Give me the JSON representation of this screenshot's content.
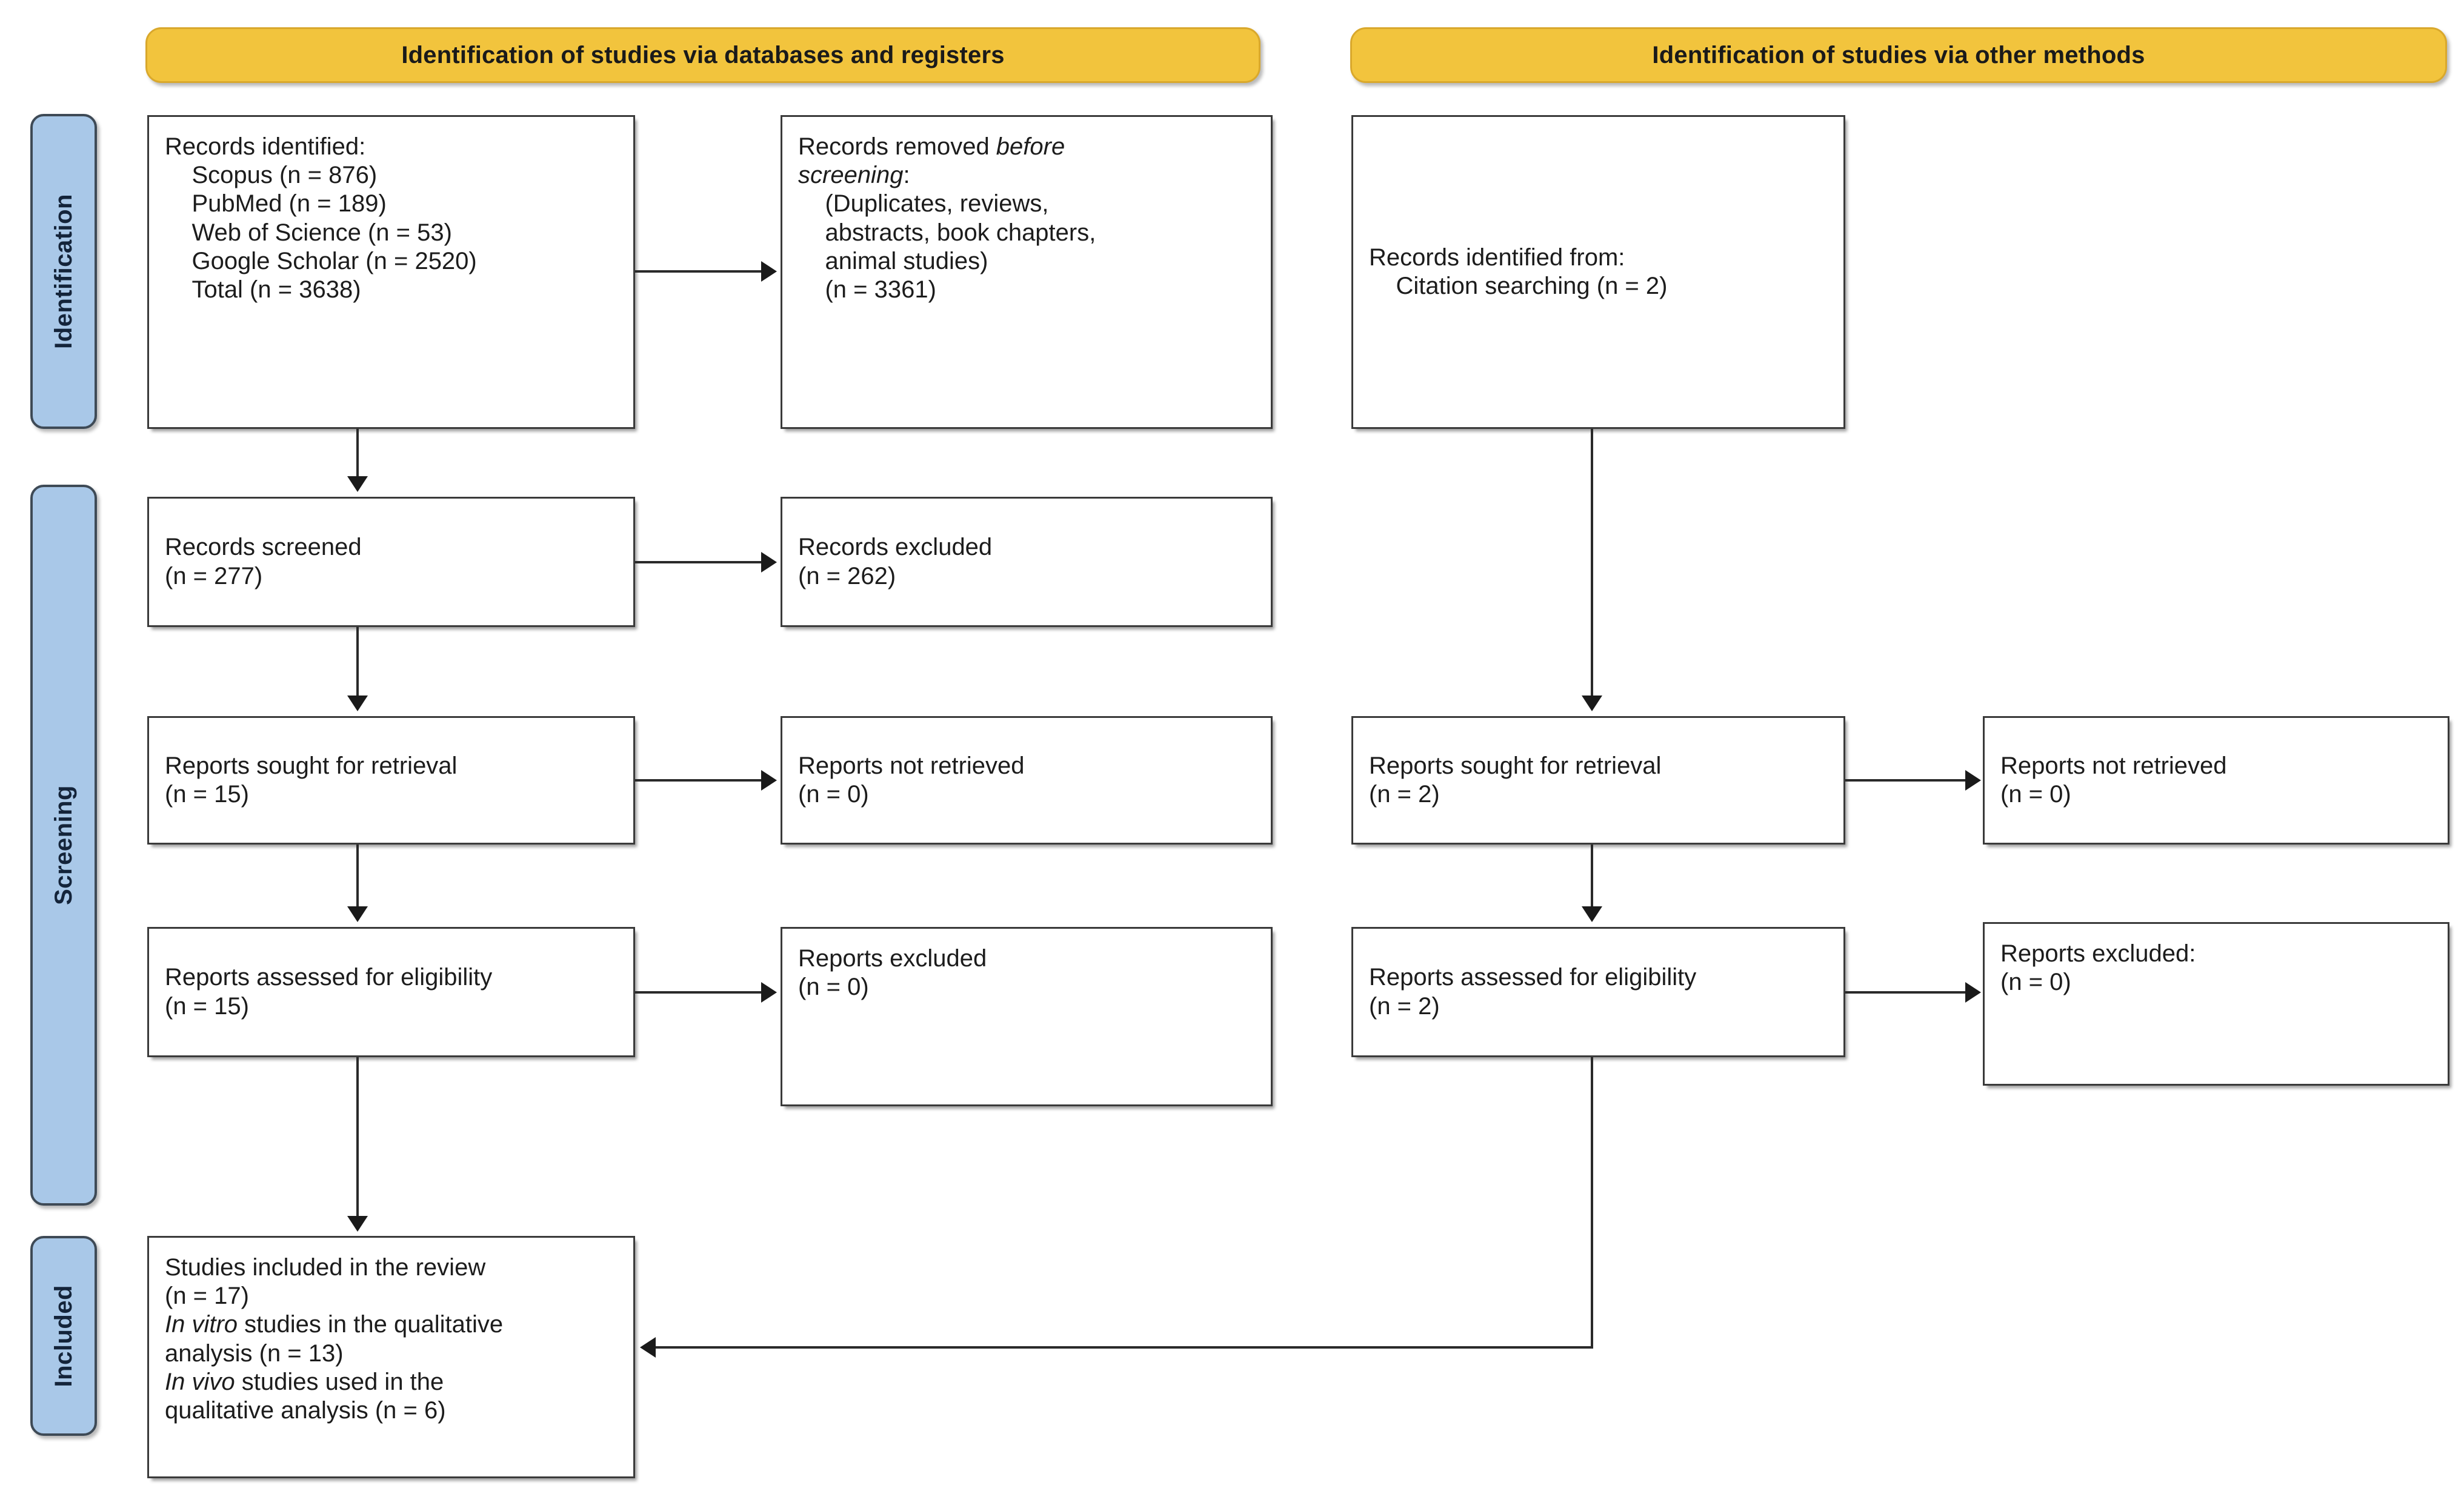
{
  "diagram": {
    "title": "PRISMA 2020 flow diagram",
    "colors": {
      "banner_fill": "#f2c43d",
      "banner_border": "#d9a82c",
      "phase_fill": "#a9c8e8",
      "phase_border": "#3e4a56",
      "box_border": "#3a3a3a",
      "connector": "#2a2a2a",
      "page_background": "#ffffff"
    }
  },
  "banners": [
    {
      "id": "databases-registers",
      "label": "Identification of studies via databases and registers"
    },
    {
      "id": "other-methods",
      "label": "Identification of studies via other methods"
    }
  ],
  "phases": [
    {
      "id": "identification",
      "label": "Identification"
    },
    {
      "id": "screening",
      "label": "Screening"
    },
    {
      "id": "included",
      "label": "Included"
    }
  ],
  "boxes": {
    "records_identified": {
      "lines": [
        "Records identified:",
        "    Scopus (n = 876)",
        "    PubMed (n = 189)",
        "    Web of Science (n = 53)",
        "    Google Scholar (n = 2520)",
        "    Total (n = 3638)"
      ],
      "text": "Records identified:\n    Scopus (n = 876)\n    PubMed (n = 189)\n    Web of Science (n = 53)\n    Google Scholar (n = 2520)\n    Total (n = 3638)"
    },
    "records_removed": {
      "line1_prefix": "Records removed ",
      "line1_italic": "before",
      "line2_italic": "screening",
      "line2_suffix": ":",
      "rest": "\n    (Duplicates, reviews,\n    abstracts, book chapters,\n    animal studies)\n    (n = 3361)"
    },
    "records_screened": {
      "text": "Records screened\n(n = 277)"
    },
    "records_excluded": {
      "text": "Records excluded\n(n = 262)"
    },
    "reports_sought_db": {
      "text": "Reports sought for retrieval\n(n = 15)"
    },
    "reports_not_retrieved_db": {
      "text": "Reports not retrieved\n(n = 0)"
    },
    "reports_assessed_db": {
      "text": "Reports assessed for eligibility\n(n = 15)"
    },
    "reports_excluded_db": {
      "text": "Reports excluded\n(n = 0)"
    },
    "records_identified_other": {
      "text": "Records identified from:\n    Citation searching (n = 2)"
    },
    "reports_sought_other": {
      "text": "Reports sought for retrieval\n(n = 2)"
    },
    "reports_not_retrieved_other": {
      "text": "Reports not retrieved\n(n = 0)"
    },
    "reports_assessed_other": {
      "text": "Reports assessed for eligibility\n(n = 2)"
    },
    "reports_excluded_other": {
      "text": "Reports excluded:\n(n = 0)"
    },
    "studies_included": {
      "line1": "Studies included in the review",
      "line2": "(n = 17)",
      "line3_italic": "In vitro",
      "line3_rest": " studies in the qualitative",
      "line4": "analysis (n = 13)",
      "line5_italic": "In vivo",
      "line5_rest": " studies used in the",
      "line6": "qualitative analysis (n = 6)"
    }
  },
  "chart_data": {
    "type": "table",
    "title": "PRISMA 2020 flow of information through the phases of the systematic review",
    "counts": {
      "scopus": 876,
      "pubmed": 189,
      "web_of_science": 53,
      "google_scholar": 2520,
      "total_identified": 3638,
      "removed_before_screening": 3361,
      "records_screened": 277,
      "records_excluded": 262,
      "reports_sought_db": 15,
      "reports_not_retrieved_db": 0,
      "reports_assessed_db": 15,
      "reports_excluded_db": 0,
      "citation_searching": 2,
      "reports_sought_other": 2,
      "reports_not_retrieved_other": 0,
      "reports_assessed_other": 2,
      "reports_excluded_other": 0,
      "studies_included": 17,
      "in_vitro_studies": 13,
      "in_vivo_studies": 6
    }
  }
}
